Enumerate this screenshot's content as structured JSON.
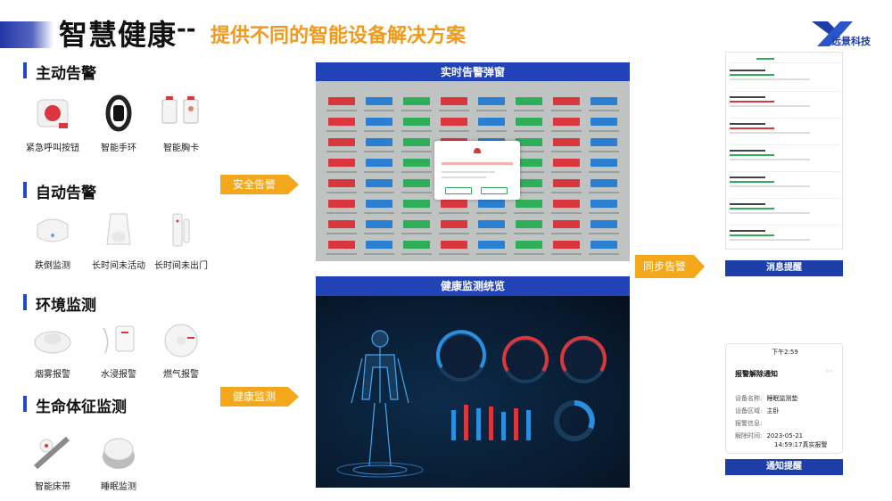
{
  "header": {
    "title_main": "智慧健康",
    "title_dash": "--",
    "title_sub": "提供不同的智能设备解决方案",
    "logo_text": "远景科技"
  },
  "sections": [
    {
      "title": "主动告警",
      "devices": [
        "紧急呼叫按钮",
        "智能手环",
        "智能胸卡"
      ]
    },
    {
      "title": "自动告警",
      "devices": [
        "跌倒监测",
        "长时间未活动",
        "长时间未出门"
      ]
    },
    {
      "title": "环境监测",
      "devices": [
        "烟雾报警",
        "水浸报警",
        "燃气报警"
      ]
    },
    {
      "title": "生命体征监测",
      "devices": [
        "智能床带",
        "睡眠监测"
      ]
    }
  ],
  "arrows": {
    "safety": "安全告警",
    "health": "健康监测",
    "sync": "同步告警"
  },
  "panels": {
    "realtime_title": "实时告警弹窗",
    "health_title": "健康监测统览"
  },
  "phone": {
    "msg_button": "消息提醒",
    "notice_button": "通知提醒",
    "notice": {
      "time": "下午2:59",
      "title": "报警解除通知",
      "rows": [
        {
          "label": "设备名称:",
          "value": "睡眠监测垫"
        },
        {
          "label": "设备区域:",
          "value": "主卧"
        },
        {
          "label": "报警信息:",
          "value": ""
        },
        {
          "label": "解除时间:",
          "value": "2023-05-21"
        },
        {
          "label": "",
          "value": "14:59:17真实报警"
        }
      ]
    }
  },
  "colors": {
    "accent_orange": "#f3a81c",
    "brand_blue": "#2242b8",
    "alert_red": "#d9363e",
    "ok_green": "#2fae5a",
    "info_blue": "#2b7fd0"
  }
}
